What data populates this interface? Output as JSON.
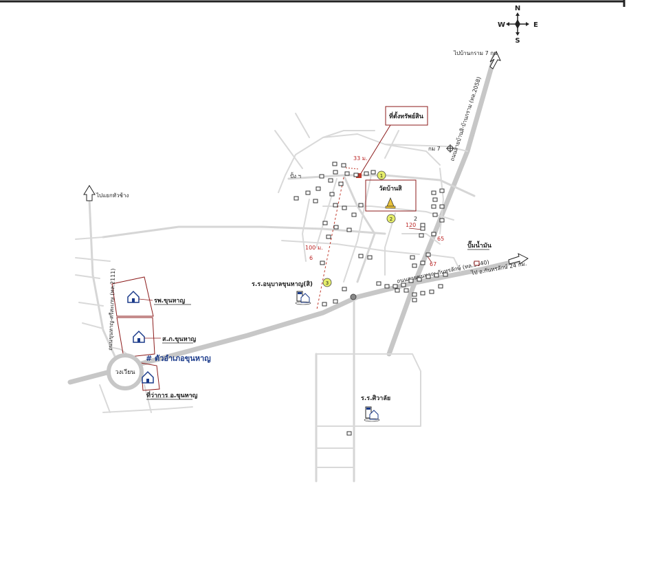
{
  "compass": {
    "n": "N",
    "s": "S",
    "e": "E",
    "w": "W"
  },
  "labels": {
    "to_village_7": "ไปบ้านกราม 7 กม",
    "to_hua_chang": "ไปแยกหัวช้าง",
    "property_location": "ที่ตั้งทรัพย์สิน",
    "km7": "กม 7",
    "dist_33": "33 ม.",
    "temple": "วัดบ้านสิ",
    "dist_120": "120",
    "dist_2": "2",
    "dist_65": "65",
    "dist_67": "67",
    "dist_100": "100 ม.",
    "dist_6": "6",
    "gas_station": "ปั๊มน้ำมัน",
    "to_kantharalak": "ไป อ.กันทรลักษ์ 24 กม.",
    "school_anuban": "ร.ร.อนุบาลขุนหาญ(สิ)",
    "hospital": "รพ.ขุนหาญ",
    "police": "ส.ภ.ขุนหาญ",
    "district": "# ตัวอำเภอขุนหาญ",
    "roundabout": "วงเวียน",
    "district_office": "ที่ว่าการ อ.ขุนหาญ",
    "school_siwalai": "ร.ร.ศิวาลัย",
    "road_main_label": "ถนนสายขุนหาญ-กันทรลักษ์ (ทล.3040)",
    "road_north_label": "ถนนสายบ้านสิ-บ้านกราม (ทล.2058)",
    "road_west_label": "ถนนขุนหาญ-ศรีสะเกษ (ทล.2111)",
    "ruler_text": "ปั้ง ฯ",
    "marker_1": "1",
    "marker_2": "2",
    "marker_3": "3"
  },
  "colors": {
    "road": "#d0d0d0",
    "boundary": "#8b1a1a",
    "marker": "#e6ee6a",
    "pin": "#c0392b"
  }
}
